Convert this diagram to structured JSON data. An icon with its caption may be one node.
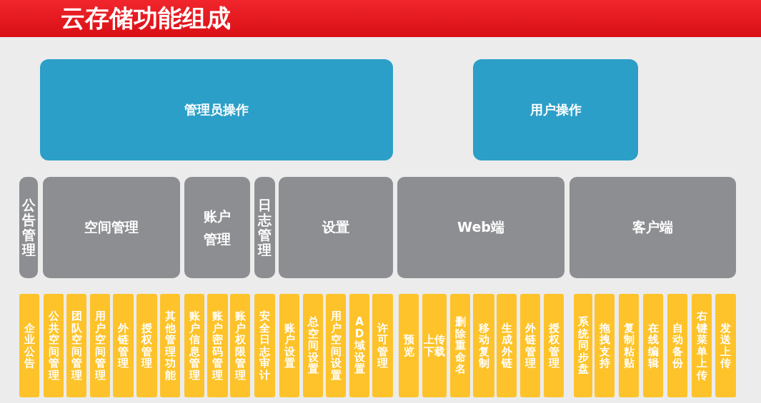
{
  "diagram": {
    "title": "云存储功能组成",
    "nodes": [
      {
        "text": [
          "管理员操作"
        ]
      },
      {
        "text": [
          "用户操作"
        ]
      },
      {
        "text": [
          "公告管理"
        ]
      },
      {
        "text": [
          "空间管理"
        ]
      },
      {
        "text": [
          "账户管理"
        ]
      },
      {
        "text": [
          "日志管理"
        ]
      },
      {
        "text": [
          "设置"
        ]
      },
      {
        "text": [
          "Web端"
        ]
      },
      {
        "text": [
          "客户端"
        ]
      },
      {
        "text": [
          "企业公告"
        ]
      },
      {
        "text": [
          "公共空间管理"
        ]
      },
      {
        "text": [
          "团队空间管理"
        ]
      },
      {
        "text": [
          "用户空间管理"
        ]
      },
      {
        "text": [
          "外链管理"
        ]
      },
      {
        "text": [
          "授权管理"
        ]
      },
      {
        "text": [
          "其他管理功能"
        ]
      },
      {
        "text": [
          "账户信息管理"
        ]
      },
      {
        "text": [
          "账户密码管理"
        ]
      },
      {
        "text": [
          "账户权限管理"
        ]
      },
      {
        "text": [
          "安全日志审计"
        ]
      },
      {
        "text": [
          "账户设置"
        ]
      },
      {
        "text": [
          "总空间设置"
        ]
      },
      {
        "text": [
          "用户空间设置"
        ]
      },
      {
        "text": [
          "AD域设置"
        ]
      },
      {
        "text": [
          "许可管理"
        ]
      },
      {
        "text": [
          "预览"
        ]
      },
      {
        "text": [
          "上传下载"
        ]
      },
      {
        "text": [
          "删除重命名"
        ]
      },
      {
        "text": [
          "移动复制"
        ]
      },
      {
        "text": [
          "生成外链"
        ]
      },
      {
        "text": [
          "外链管理"
        ]
      },
      {
        "text": [
          "授权管理"
        ]
      },
      {
        "text": [
          "系统同步盘"
        ]
      },
      {
        "text": [
          "拖拽支持"
        ]
      },
      {
        "text": [
          "复制粘贴"
        ]
      },
      {
        "text": [
          "在线编辑"
        ]
      },
      {
        "text": [
          "自动备份"
        ]
      },
      {
        "text": [
          "右键菜单上传"
        ]
      },
      {
        "text": [
          "发送上传"
        ]
      }
    ]
  }
}
